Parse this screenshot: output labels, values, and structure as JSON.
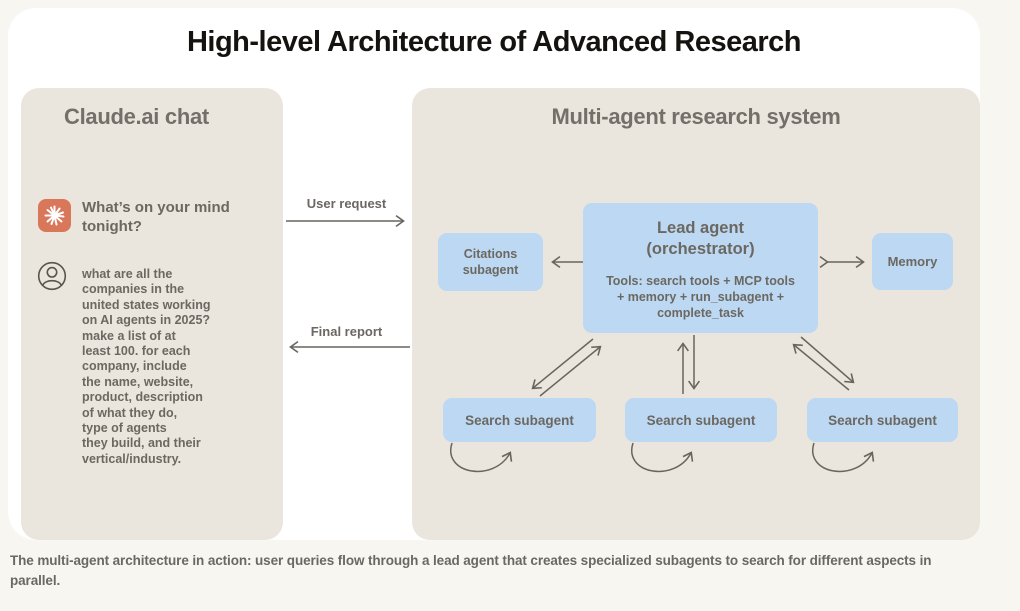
{
  "page": {
    "title": "High-level Architecture of Advanced Research",
    "caption": "The multi-agent architecture in action: user queries flow through a lead agent that creates specialized subagents to search for different aspects in parallel."
  },
  "colors": {
    "background": "#f8f6f1",
    "card": "#ffffff",
    "panel": "#eae6dd",
    "box_blue": "#bdd8f2",
    "text_gray": "#73706a",
    "text_dark_gray": "#6b6862",
    "arrow": "#67655e",
    "logo_orange": "#d9775a",
    "title_black": "#151310"
  },
  "icons": {
    "claude_logo": "claude-sunburst-icon",
    "user": "user-avatar-icon"
  },
  "left_panel": {
    "title": "Claude.ai chat",
    "greeting": "What’s on your mind tonight?",
    "query": "what are all the\ncompanies in the\nunited states working\non AI agents in 2025?\nmake a list of at\nleast 100. for each\ncompany, include\nthe name, website,\nproduct, description\nof what they do,\ntype of agents\nthey build, and their\nvertical/industry."
  },
  "flow": {
    "request_label": "User request",
    "report_label": "Final report"
  },
  "right_panel": {
    "title": "Multi-agent research system",
    "citations_label": "Citations\nsubagent",
    "lead_title": "Lead agent\n(orchestrator)",
    "lead_tools": "Tools: search tools + MCP tools\n+ memory + run_subagent +\ncomplete_task",
    "memory_label": "Memory",
    "search_boxes": [
      "Search subagent",
      "Search subagent",
      "Search subagent"
    ]
  }
}
